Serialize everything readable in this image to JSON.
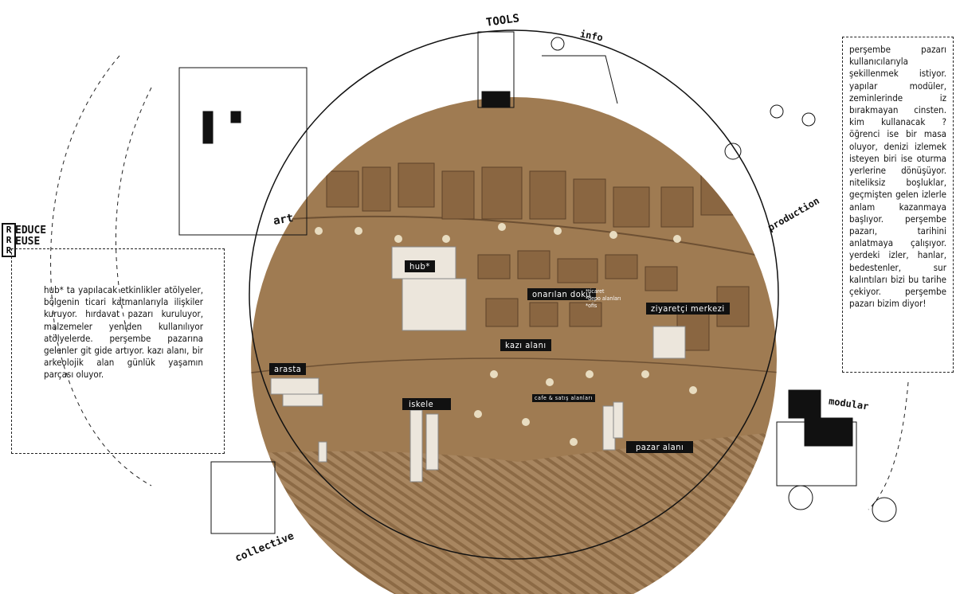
{
  "right_text": "perşembe pazarı kullanıcılarıyla şekillenmek istiyor. yapılar modüler, zeminlerinde iz bırakmayan cinsten. kim kullanacak ? öğrenci ise bir masa oluyor, denizi izlemek isteyen biri ise oturma yerlerine dönüşüyor. niteliksiz boşluklar, geçmişten gelen izlerle anlam kazanmaya başlıyor. perşembe pazarı, tarihini anlatmaya çalışıyor. yerdeki izler, hanlar, bedestenler, sur kalıntıları bizi bu tarihe çekiyor. perşembe pazarı bizim diyor!",
  "left_text": "hub* ta yapılacak etkinlikler atölyeler, bölgenin ticari katmanlarıyla ilişkiler kuruyor. hırdavat pazarı kuruluyor, malzemeler yeniden kullanılıyor atölyelerde. perşembe pazarına gelenler git gide artıyor. kazı alanı, bir arkeolojik alan günlük yaşamın parçası oluyor.",
  "rrr": {
    "letters": [
      "R",
      "R",
      "R"
    ],
    "words": [
      "EDUCE",
      "EUSE"
    ]
  },
  "sketch_labels": {
    "tools": "TOOLS",
    "info": "info",
    "art": "art",
    "production": "production",
    "modular": "modular",
    "collective": "collective"
  },
  "map_labels": {
    "hub": "hub*",
    "onarilan_doku": "onarılan doku",
    "onarilan_notes": [
      "*ticaret",
      "*depo alanları",
      "*ofis"
    ],
    "ziyaretci": "ziyaretçi merkezi",
    "kazi": "kazı alanı",
    "arasta": "arasta",
    "iskele": "iskele",
    "cafe": "cafe & satış alanları",
    "pazar": "pazar alanı"
  },
  "colors": {
    "cardboard": "#a27d55",
    "cardboard_dark": "#7a5a38",
    "ink": "#111111"
  }
}
